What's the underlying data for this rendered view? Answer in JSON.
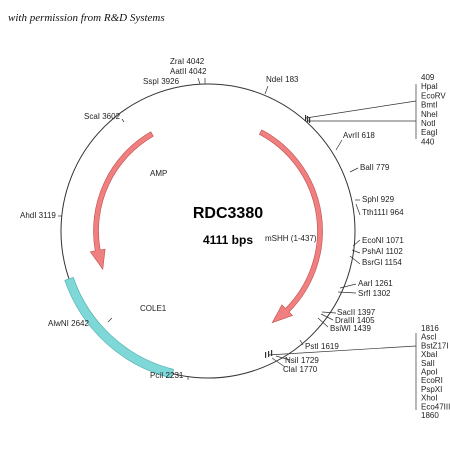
{
  "credit": "with permission from R&D Systems",
  "plasmid": {
    "name": "RDC3380",
    "size_label": "4111 bps",
    "length": 4111
  },
  "colors": {
    "amp": "#f07f7f",
    "amp_stroke": "#c05050",
    "mshh": "#f07f7f",
    "cole1": "#7fd8d8",
    "cole1_stroke": "#4aa8a8",
    "backbone": "#333333"
  },
  "features": [
    {
      "id": "amp",
      "label": "AMP"
    },
    {
      "id": "mshh",
      "label": "mSHH (1-437)"
    },
    {
      "id": "cole1",
      "label": "COLE1"
    }
  ],
  "sites": [
    {
      "id": "zrai",
      "label": "ZraI 4042"
    },
    {
      "id": "aatii",
      "label": "AatII 4042"
    },
    {
      "id": "sspi",
      "label": "SspI 3926"
    },
    {
      "id": "ndei",
      "label": "NdeI 183"
    },
    {
      "id": "scai",
      "label": "ScaI 3602"
    },
    {
      "id": "avrii",
      "label": "AvrII 618"
    },
    {
      "id": "bali",
      "label": "BalI 779"
    },
    {
      "id": "sphi",
      "label": "SphI 929"
    },
    {
      "id": "tth111i",
      "label": "Tth111I 964"
    },
    {
      "id": "ahdi",
      "label": "AhdI 3119"
    },
    {
      "id": "econi",
      "label": "EcoNI 1071"
    },
    {
      "id": "pshai",
      "label": "PshAI 1102"
    },
    {
      "id": "bsrgi",
      "label": "BsrGI 1154"
    },
    {
      "id": "aari",
      "label": "AarI 1261"
    },
    {
      "id": "srfi",
      "label": "SrfI 1302"
    },
    {
      "id": "sacii",
      "label": "SacII 1397"
    },
    {
      "id": "draiii",
      "label": "DraIII 1405"
    },
    {
      "id": "bsiwi",
      "label": "BsiWI 1439"
    },
    {
      "id": "alwni",
      "label": "AlwNI 2642"
    },
    {
      "id": "psti",
      "label": "PstI 1619"
    },
    {
      "id": "nsii",
      "label": "NsiI 1729"
    },
    {
      "id": "clai",
      "label": "ClaI 1770"
    },
    {
      "id": "pcii",
      "label": "PciI 2231"
    }
  ],
  "mcs_top": {
    "start": "409",
    "enzymes": [
      "HpaI",
      "EcoRV",
      "BmtI",
      "NheI",
      "NotI",
      "EagI"
    ],
    "end": "440"
  },
  "mcs_bottom": {
    "start": "1816",
    "enzymes": [
      "AscI",
      "BstZ17I",
      "XbaI",
      "SalI",
      "ApoI",
      "EcoRI",
      "PspXI",
      "XhoI",
      "Eco47III"
    ],
    "end": "1860"
  }
}
